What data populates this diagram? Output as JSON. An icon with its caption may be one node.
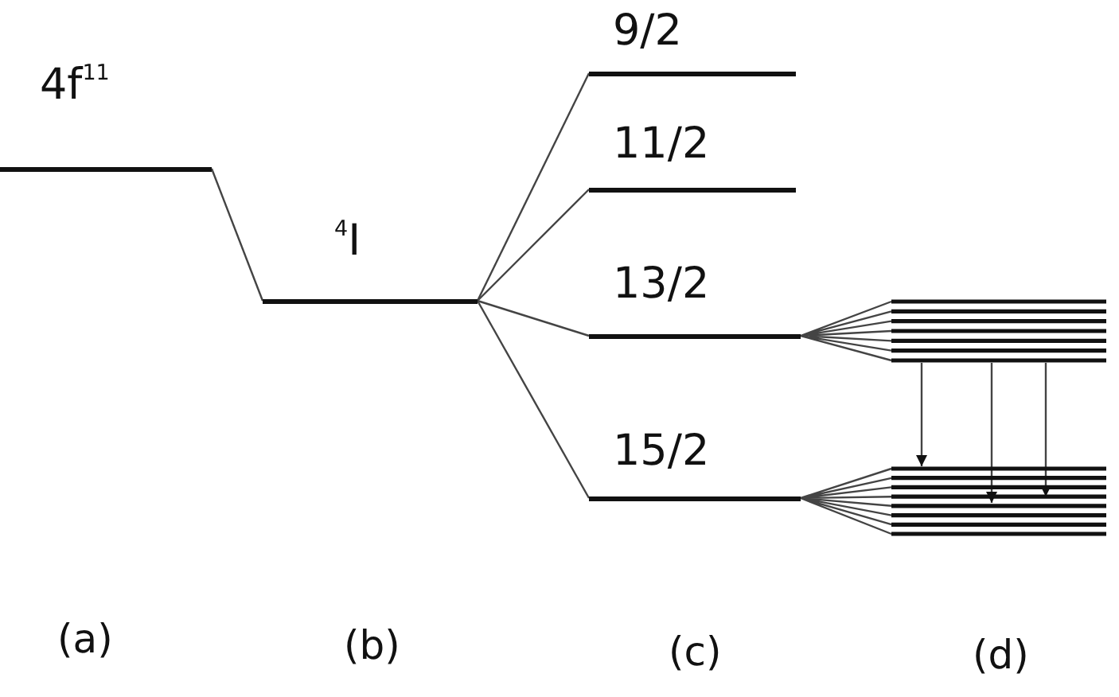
{
  "diagram": {
    "nodes": [
      {
        "text": [
          "4f$^{11}$"
        ]
      },
      {
        "text": [
          "$^{4}$I"
        ]
      },
      {
        "text": [
          "9/2"
        ]
      },
      {
        "text": [
          "11/2"
        ]
      },
      {
        "text": [
          "13/2"
        ]
      },
      {
        "text": [
          "15/2"
        ]
      },
      {
        "text": [],
        "shape": "bar"
      },
      {
        "text": [],
        "shape": "bar"
      }
    ],
    "edges": [
      {
        "from": 0,
        "to": 1,
        "arrow": "none"
      },
      {
        "from": 1,
        "to": 2,
        "arrow": "none"
      },
      {
        "from": 1,
        "to": 3,
        "arrow": "none"
      },
      {
        "from": 1,
        "to": 4,
        "arrow": "none"
      },
      {
        "from": 1,
        "to": 5,
        "arrow": "none"
      },
      {
        "from": 4,
        "to": 6,
        "arrow": "none"
      },
      {
        "from": 5,
        "to": 7,
        "arrow": "none"
      },
      {
        "from": 6,
        "to": 7,
        "arrow": "to"
      },
      {
        "from": 6,
        "to": 7,
        "arrow": "to"
      },
      {
        "from": 6,
        "to": 7,
        "arrow": "to"
      }
    ],
    "labels": [
      "(a)",
      "(b)",
      "(c)",
      "(d)"
    ]
  }
}
